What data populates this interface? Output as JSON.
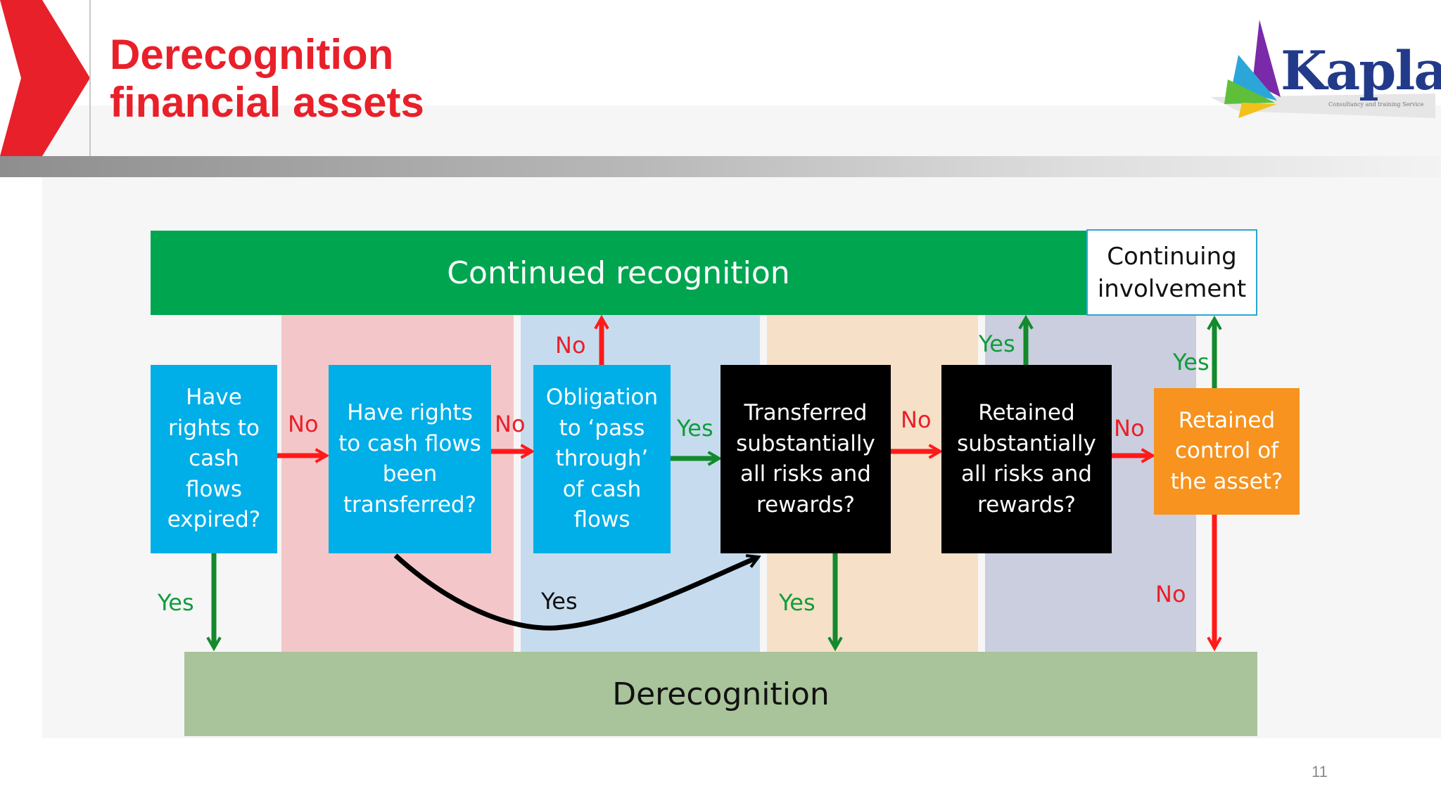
{
  "slide": {
    "title_line1": "Derecognition",
    "title_line2": "financial assets",
    "page_number": "11"
  },
  "logo": {
    "text": "Kaplan",
    "tagline": "Consultancy and training Service"
  },
  "diagram": {
    "continued_recognition": "Continued recognition",
    "continuing_involvement_line1": "Continuing",
    "continuing_involvement_line2": "involvement",
    "derecognition": "Derecognition",
    "nodes": {
      "n1": [
        "Have",
        "rights to",
        "cash",
        "flows",
        "expired?"
      ],
      "n2": [
        "Have rights",
        "to cash flows",
        "been",
        "transferred?"
      ],
      "n3": [
        "Obligation",
        "to ‘pass",
        "through’",
        "of cash",
        "flows"
      ],
      "n4": [
        "Transferred",
        "substantially",
        "all risks and",
        "rewards?"
      ],
      "n5": [
        "Retained",
        "substantially",
        "all risks and",
        "rewards?"
      ],
      "n6": [
        "Retained",
        "control of",
        "the asset?"
      ]
    },
    "labels": {
      "n1_no": "No",
      "n1_yes": "Yes",
      "n2_no": "No",
      "n2_yes": "Yes",
      "n3_no": "No",
      "n3_yes": "Yes",
      "n4_no": "No",
      "n4_yes": "Yes",
      "n5_yes": "Yes",
      "n5_no": "No",
      "n6_yes": "Yes",
      "n6_no": "No"
    }
  },
  "colors": {
    "accent_red": "#e8202a",
    "yes_green": "#129c3c",
    "band_green": "#00a550",
    "node_blue": "#00aee8",
    "node_orange": "#f7931e",
    "derecognition_band": "#a9c39a"
  }
}
